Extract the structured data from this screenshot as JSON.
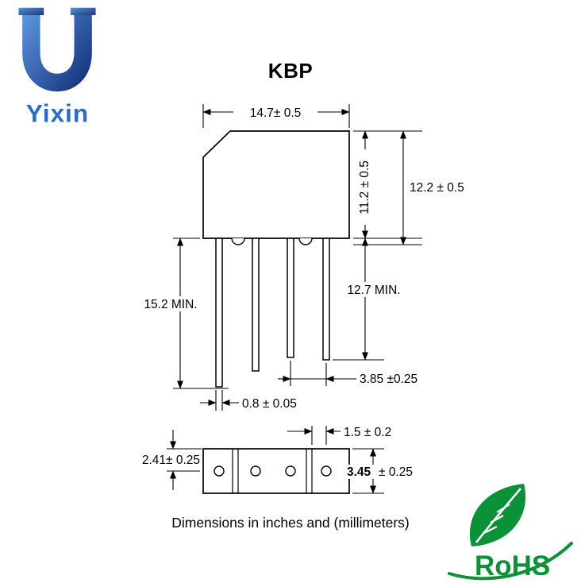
{
  "brand": {
    "name": "Yixin"
  },
  "title": "KBP",
  "dimensions": {
    "body_width": "14.7± 0.5",
    "body_height": "11.2 ± 0.5",
    "overall_height": "12.2 ± 0.5",
    "lead_length_left": "15.2 MIN.",
    "lead_length_right": "12.7 MIN.",
    "lead_spacing": "3.85 ±0.25",
    "lead_width": "0.8 ± 0.05",
    "slot_width": "1.5 ± 0.2",
    "hole_center_offset": "2.41± 0.25",
    "base_height_value": "3.45",
    "base_height_tolerance": "± 0.25"
  },
  "footer_note": "Dimensions in inches and (millimeters)",
  "rohs_label": "RoHS",
  "colors": {
    "line": "#000000",
    "brand_blue": "#2b6cc4",
    "rohs_green": "#0b9138"
  }
}
